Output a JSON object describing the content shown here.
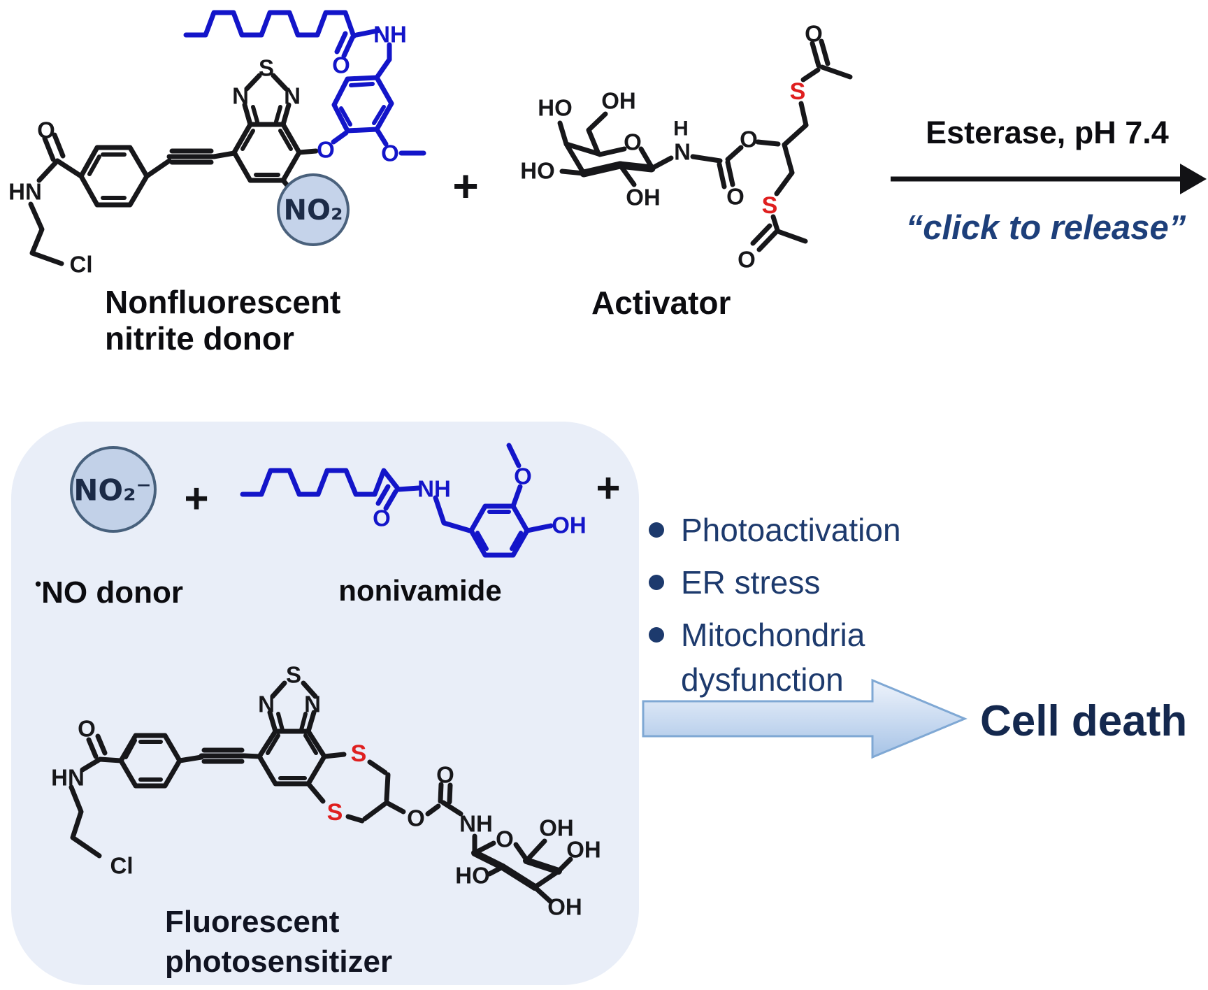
{
  "scheme": {
    "reaction": {
      "plus": "+",
      "condition": "Esterase, pH 7.4",
      "mechanism": "“click to release”"
    },
    "nitrite_donor": {
      "label_line1": "Nonfluorescent",
      "label_line2": "nitrite donor",
      "atoms": {
        "o_amide": "O",
        "hn": "HN",
        "cl": "Cl",
        "n_left": "N",
        "s_thiadiazole": "S",
        "n_right": "N",
        "no2": "NO₂",
        "o_link": "O",
        "nh_vanillyl": "NH",
        "o_carbonyl": "O",
        "o_methoxy": "O"
      }
    },
    "activator": {
      "label": "Activator",
      "atoms": {
        "ho_top": "HO",
        "oh_top": "OH",
        "o_ring": "O",
        "ho_left": "HO",
        "oh_bottom": "OH",
        "h_carbamate": "H",
        "n_carbamate": "N",
        "o_ester": "O",
        "o_carbonyl": "O",
        "s_upper": "S",
        "o_acetyl_upper": "O",
        "s_lower": "S",
        "o_acetyl_lower": "O"
      }
    },
    "products": {
      "nitrite": {
        "circle_text": "NO₂⁻",
        "radical_dot": "•",
        "label": "NO donor"
      },
      "plus_after_nitrite": "+",
      "nonivamide": {
        "label": "nonivamide",
        "atoms": {
          "o_carbonyl": "O",
          "nh": "NH",
          "o_methoxy": "O",
          "oh": "OH"
        }
      },
      "plus_after_nonivamide": "+",
      "photosensitizer": {
        "label_line1": "Fluorescent",
        "label_line2": "photosensitizer",
        "atoms": {
          "o_amide": "O",
          "hn": "HN",
          "cl": "Cl",
          "n_left": "N",
          "s_thiadiazole": "S",
          "n_right": "N",
          "s_upper": "S",
          "s_lower": "S",
          "o_ester": "O",
          "o_carbonyl": "O",
          "nh_carbamate": "NH",
          "o_ring": "O",
          "oh_top": "OH",
          "oh_right": "OH",
          "ho_left": "HO",
          "oh_bottom": "OH"
        }
      }
    },
    "effects": {
      "bullets": [
        "Photoactivation",
        "ER stress",
        "Mitochondria dysfunction"
      ],
      "outcome": "Cell death"
    },
    "colors": {
      "structure_black": "#17171a",
      "structure_blue": "#1315c9",
      "sulfur_red": "#df1f1f",
      "navy_text": "#1d3a6d",
      "outcome_navy": "#14284e",
      "box_bg": "#e9eef8",
      "circle_fill": "#c5d3ea",
      "circle_stroke": "#4a617c"
    }
  }
}
